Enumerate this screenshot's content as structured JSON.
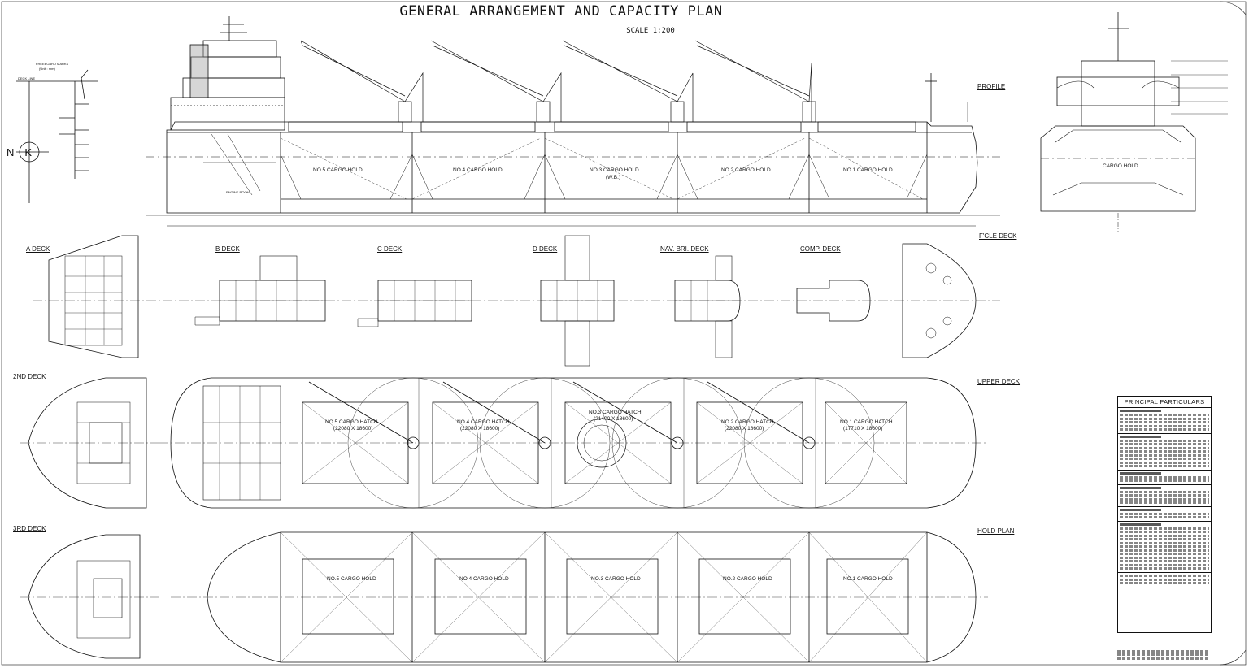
{
  "title": "GENERAL ARRANGEMENT AND CAPACITY PLAN",
  "scale": "SCALE  1:200",
  "view_labels": {
    "profile": "PROFILE",
    "a_deck": "A DECK",
    "b_deck": "B DECK",
    "c_deck": "C DECK",
    "d_deck": "D DECK",
    "nav_bri_deck": "NAV. BRI. DECK",
    "comp_deck": "COMP. DECK",
    "fcle_deck": "F'CLE  DECK",
    "upper_deck": "UPPER  DECK",
    "second_deck": "2ND  DECK",
    "third_deck": "3RD  DECK",
    "hold_plan": "HOLD  PLAN"
  },
  "profile_holds": [
    "NO.5 CARGO HOLD",
    "NO.4 CARGO HOLD",
    "NO.3 CARGO HOLD",
    "NO.2 CARGO HOLD",
    "NO.1 CARGO HOLD"
  ],
  "profile_hold3_note": "(W.B.)",
  "engine_room": "ENGINE ROOM",
  "section_hold": "CARGO HOLD",
  "upper_hatches": [
    {
      "name": "NO.5 CARGO HATCH",
      "dims": "(22080 X 18600)"
    },
    {
      "name": "NO.4 CARGO HATCH",
      "dims": "(22080 X 18600)"
    },
    {
      "name": "NO.3 CARGO HATCH",
      "dims": "(21400 X 18600)"
    },
    {
      "name": "NO.2 CARGO HATCH",
      "dims": "(22080 X 18600)"
    },
    {
      "name": "NO.1 CARGO HATCH",
      "dims": "(17710 X 18600)"
    }
  ],
  "hold_plan_holds": [
    "NO.5 CARGO HOLD",
    "NO.4 CARGO HOLD",
    "NO.3 CARGO HOLD",
    "NO.2 CARGO HOLD",
    "NO.1 CARGO HOLD"
  ],
  "freeboard": {
    "title": "FREEBOARD MARKS",
    "unit": "(Unit : mm)",
    "deck_line": "DECK LINE",
    "mark": "NK"
  },
  "particulars": {
    "title": "PRINCIPAL  PARTICULARS"
  },
  "colors": {
    "line": "#111111",
    "background": "#ffffff"
  }
}
